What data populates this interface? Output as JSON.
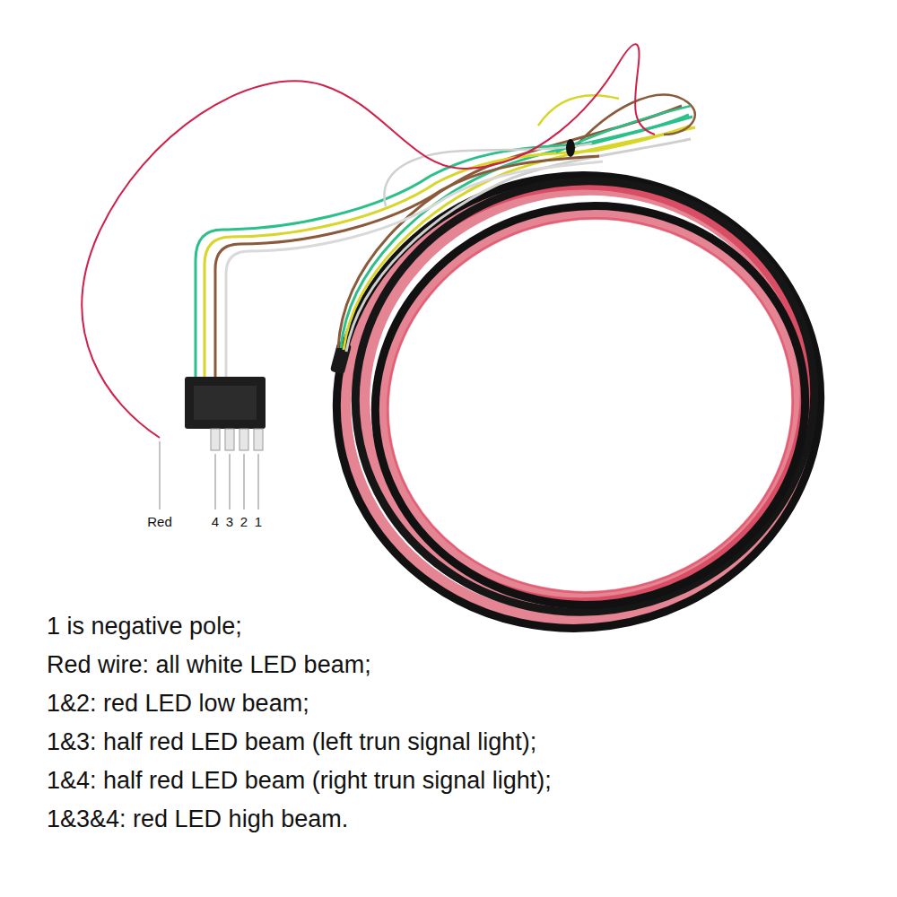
{
  "diagram": {
    "labels": [
      "Red",
      "4",
      "3",
      "2",
      "1",
      "1 is negative pole;",
      "Red wire: all white LED beam;",
      "1&2: red LED low beam;",
      "1&3: half red LED beam (left trun signal light);",
      "1&4: half red LED beam (right trun signal light);",
      "1&3&4: red LED high beam."
    ]
  }
}
